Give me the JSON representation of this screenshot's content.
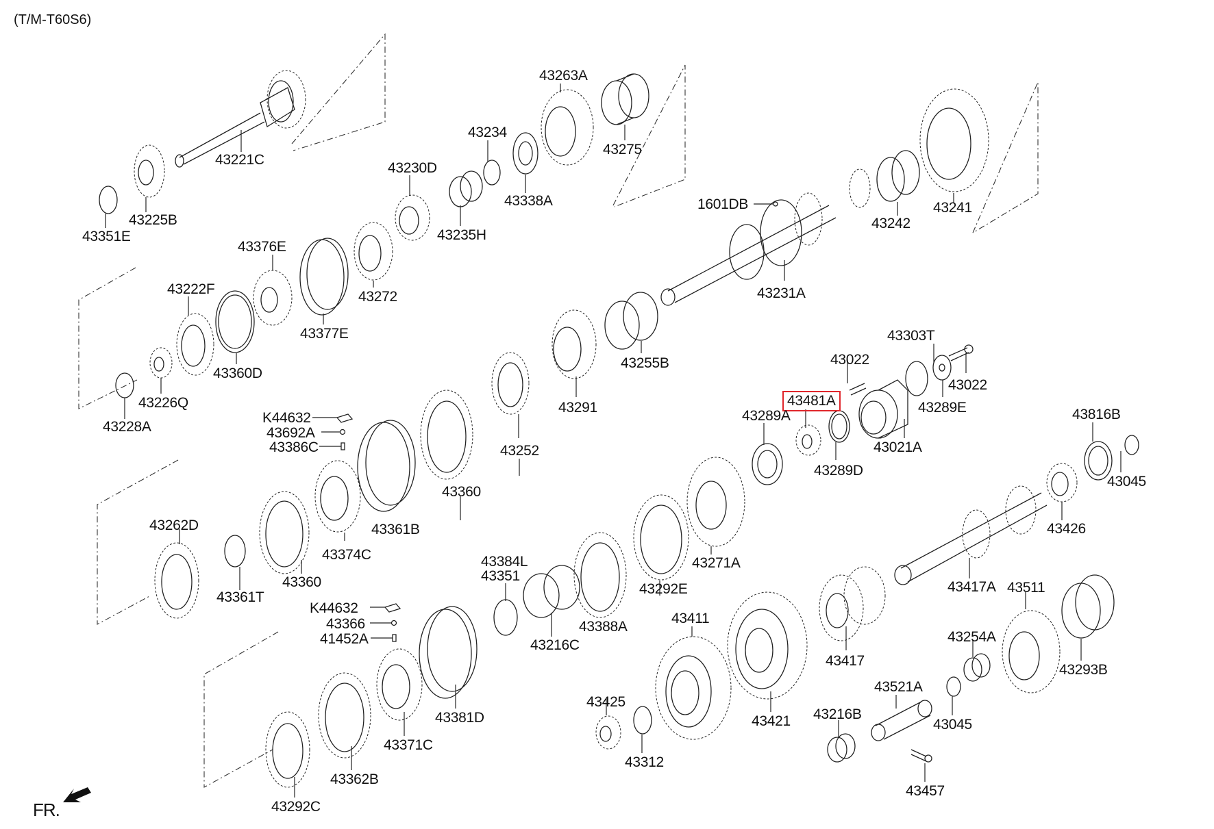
{
  "diagram": {
    "title": "(T/M-T60S6)",
    "direction_marker": "FR.",
    "highlight_color": "#e0262b",
    "highlighted_part": "43481A",
    "parts": [
      {
        "id": "p1",
        "label": "43221C",
        "kind": "shaft"
      },
      {
        "id": "p2",
        "label": "43225B",
        "kind": "bevel-gear"
      },
      {
        "id": "p3",
        "label": "43351E",
        "kind": "snap-ring"
      },
      {
        "id": "p4",
        "label": "43263A",
        "kind": "gear"
      },
      {
        "id": "p5",
        "label": "43275",
        "kind": "needle-bearing"
      },
      {
        "id": "p6",
        "label": "43234",
        "kind": "snap-ring"
      },
      {
        "id": "p7",
        "label": "43338A",
        "kind": "washer"
      },
      {
        "id": "p8",
        "label": "43230D",
        "kind": "gear"
      },
      {
        "id": "p9",
        "label": "43235H",
        "kind": "needle-bearing"
      },
      {
        "id": "p10",
        "label": "1601DB",
        "kind": "ball"
      },
      {
        "id": "p11",
        "label": "43242",
        "kind": "needle-bearing"
      },
      {
        "id": "p12",
        "label": "43241",
        "kind": "gear"
      },
      {
        "id": "p13",
        "label": "43376E",
        "kind": "synchro-hub"
      },
      {
        "id": "p14",
        "label": "43272",
        "kind": "gear"
      },
      {
        "id": "p15",
        "label": "43231A",
        "kind": "shaft"
      },
      {
        "id": "p16",
        "label": "43222F",
        "kind": "synchro-ring"
      },
      {
        "id": "p17",
        "label": "43377E",
        "kind": "sleeve"
      },
      {
        "id": "p18",
        "label": "43360D",
        "kind": "synchro-ring"
      },
      {
        "id": "p19",
        "label": "43226Q",
        "kind": "bevel-gear"
      },
      {
        "id": "p20",
        "label": "43228A",
        "kind": "snap-ring"
      },
      {
        "id": "p21",
        "label": "43255B",
        "kind": "needle-bearing"
      },
      {
        "id": "p22",
        "label": "43291",
        "kind": "gear"
      },
      {
        "id": "p23",
        "label": "43303T",
        "kind": "gasket"
      },
      {
        "id": "p24",
        "label": "43022",
        "kind": "bolt"
      },
      {
        "id": "p25",
        "label": "43022",
        "kind": "bolt"
      },
      {
        "id": "p26",
        "label": "43481A",
        "kind": "gear",
        "highlighted": true
      },
      {
        "id": "p27",
        "label": "43289E",
        "kind": "washer"
      },
      {
        "id": "p28",
        "label": "43289A",
        "kind": "washer"
      },
      {
        "id": "p29",
        "label": "43021A",
        "kind": "housing"
      },
      {
        "id": "p30",
        "label": "43289D",
        "kind": "seal"
      },
      {
        "id": "p31",
        "label": "43816B",
        "kind": "seal"
      },
      {
        "id": "p32",
        "label": "43045",
        "kind": "plug"
      },
      {
        "id": "p33",
        "label": "K44632",
        "kind": "key"
      },
      {
        "id": "p34",
        "label": "43692A",
        "kind": "ball"
      },
      {
        "id": "p35",
        "label": "43386C",
        "kind": "spring"
      },
      {
        "id": "p36",
        "label": "43252",
        "kind": "synchro-ring"
      },
      {
        "id": "p37",
        "label": "43360",
        "kind": "synchro-ring"
      },
      {
        "id": "p38",
        "label": "43361B",
        "kind": "sleeve"
      },
      {
        "id": "p39",
        "label": "43262D",
        "kind": "synchro-ring"
      },
      {
        "id": "p40",
        "label": "43374C",
        "kind": "synchro-hub"
      },
      {
        "id": "p41",
        "label": "43360",
        "kind": "synchro-ring"
      },
      {
        "id": "p42",
        "label": "43361T",
        "kind": "snap-ring"
      },
      {
        "id": "p43",
        "label": "43271A",
        "kind": "gear"
      },
      {
        "id": "p44",
        "label": "43292E",
        "kind": "synchro-ring"
      },
      {
        "id": "p45",
        "label": "43426",
        "kind": "gear"
      },
      {
        "id": "p46",
        "label": "43417A",
        "kind": "shaft"
      },
      {
        "id": "p47",
        "label": "43384L",
        "kind": "snap-ring"
      },
      {
        "id": "p48",
        "label": "43351",
        "kind": "snap-ring"
      },
      {
        "id": "p49",
        "label": "43388A",
        "kind": "synchro-ring"
      },
      {
        "id": "p50",
        "label": "43216C",
        "kind": "needle-bearing"
      },
      {
        "id": "p51",
        "label": "K44632",
        "kind": "key"
      },
      {
        "id": "p52",
        "label": "43366",
        "kind": "ball"
      },
      {
        "id": "p53",
        "label": "41452A",
        "kind": "spring"
      },
      {
        "id": "p54",
        "label": "43411",
        "kind": "gear"
      },
      {
        "id": "p55",
        "label": "43421",
        "kind": "gear"
      },
      {
        "id": "p56",
        "label": "43417",
        "kind": "gear"
      },
      {
        "id": "p57",
        "label": "43511",
        "kind": "gear"
      },
      {
        "id": "p58",
        "label": "43254A",
        "kind": "needle-bearing"
      },
      {
        "id": "p59",
        "label": "43293B",
        "kind": "sleeve"
      },
      {
        "id": "p60",
        "label": "43381D",
        "kind": "sleeve"
      },
      {
        "id": "p61",
        "label": "43371C",
        "kind": "synchro-hub"
      },
      {
        "id": "p62",
        "label": "43362B",
        "kind": "synchro-ring"
      },
      {
        "id": "p63",
        "label": "43292C",
        "kind": "synchro-ring"
      },
      {
        "id": "p64",
        "label": "43425",
        "kind": "bevel-gear"
      },
      {
        "id": "p65",
        "label": "43312",
        "kind": "snap-ring"
      },
      {
        "id": "p66",
        "label": "43521A",
        "kind": "shaft"
      },
      {
        "id": "p67",
        "label": "43216B",
        "kind": "needle-bearing"
      },
      {
        "id": "p68",
        "label": "43045",
        "kind": "plug"
      },
      {
        "id": "p69",
        "label": "43457",
        "kind": "bolt"
      }
    ]
  }
}
